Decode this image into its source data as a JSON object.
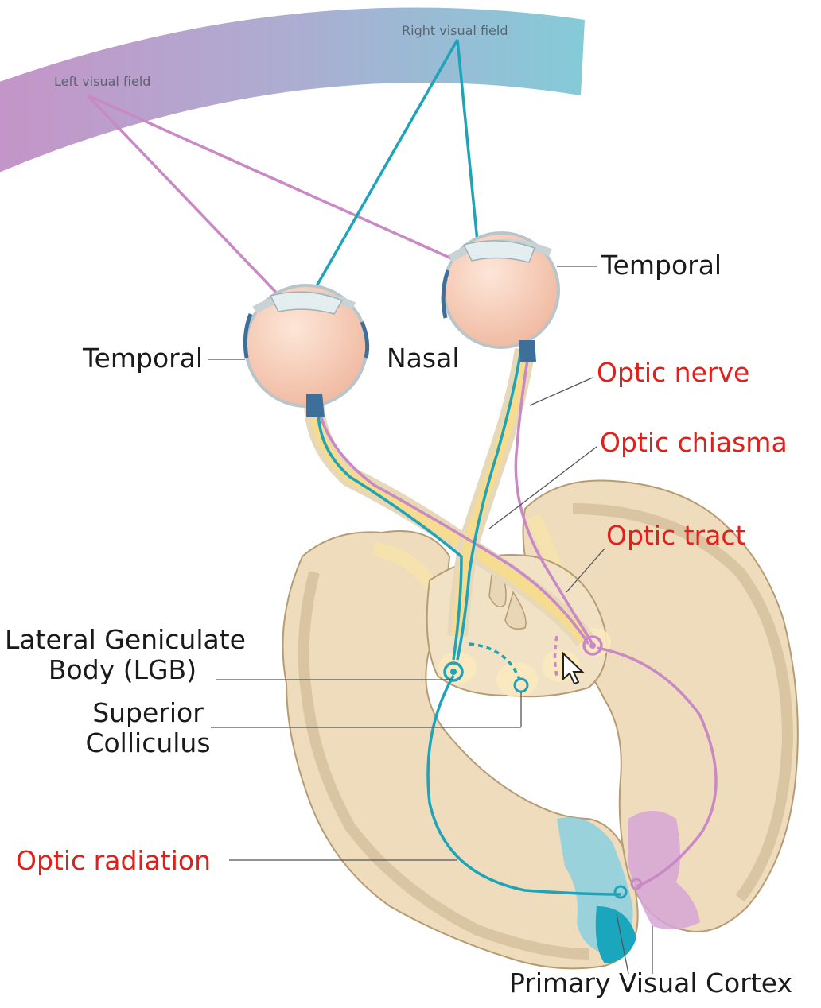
{
  "labels": {
    "left_visual_field": "Left visual field",
    "right_visual_field": "Right visual field",
    "temporal_left": "Temporal",
    "temporal_right": "Temporal",
    "nasal": "Nasal",
    "optic_nerve": "Optic nerve",
    "optic_chiasma": "Optic chiasma",
    "optic_tract": "Optic tract",
    "lgb_line1": "Lateral Geniculate",
    "lgb_line2": "Body (LGB)",
    "sc_line1": "Superior",
    "sc_line2": "Colliculus",
    "optic_radiation": "Optic radiation",
    "primary_visual_cortex": "Primary Visual Cortex"
  },
  "colors": {
    "left_field_pathway": "#c889c4",
    "right_field_pathway": "#1fa3b8",
    "visual_field_band_left": "#c28ec4",
    "visual_field_band_right": "#7ec8d6",
    "brain_tissue": "#eedcbc",
    "brain_outline": "#c9b28a",
    "eyeball": "#f6cbb6",
    "optic_nerve_yellow": "#f5dc8e",
    "label_red": "#e0201a",
    "label_black": "#1a1a1a"
  },
  "icons": [
    "mouse-cursor-icon"
  ]
}
